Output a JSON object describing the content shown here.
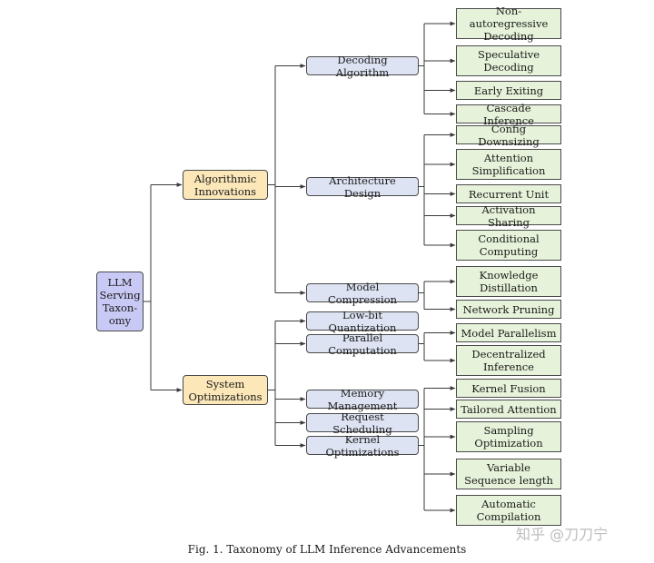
{
  "diagram": {
    "root": "LLM\nServing\nTaxon-\nomy",
    "level1": {
      "algorithmic": "Algorithmic\nInnovations",
      "system": "System\nOptimizations"
    },
    "level2": {
      "decoding": "Decoding Algorithm",
      "architecture": "Architecture Design",
      "compression": "Model Compression",
      "lowbit": "Low-bit Quantization",
      "parallel": "Parallel Computation",
      "memory": "Memory Management",
      "request": "Request Scheduling",
      "kernel": "Kernel Optimizations"
    },
    "leaves": {
      "nar": "Non-autoregressive\nDecoding",
      "spec": "Speculative\nDecoding",
      "early": "Early Exiting",
      "cascade": "Cascade Inference",
      "config": "Config Downsizing",
      "attn": "Attention\nSimplification",
      "recurrent": "Recurrent Unit",
      "activation": "Activation Sharing",
      "conditional": "Conditional\nComputing",
      "kd": "Knowledge\nDistillation",
      "pruning": "Network Pruning",
      "modelpar": "Model Parallelism",
      "decentral": "Decentralized\nInference",
      "fusion": "Kernel Fusion",
      "tailored": "Tailored Attention",
      "sampling": "Sampling\nOptimization",
      "varseq": "Variable\nSequence length",
      "autocomp": "Automatic\nCompilation"
    }
  },
  "caption": "Fig. 1.  Taxonomy of LLM Inference Advancements",
  "watermark": "知乎 @刀刀宁",
  "colors": {
    "root": "#c9c9f5",
    "level1": "#fbe7b8",
    "level2": "#dde3f2",
    "leaf": "#e6f2d9",
    "line": "#3a3a3a"
  }
}
